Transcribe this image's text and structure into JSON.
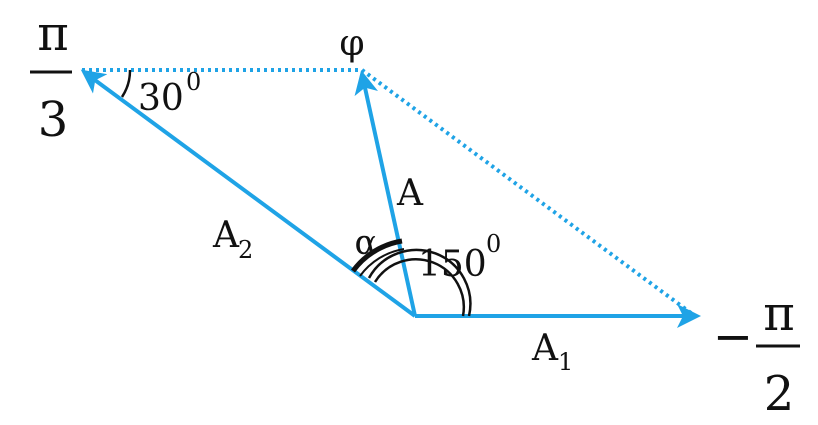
{
  "colors": {
    "vector": "#1fa3e6",
    "text": "#111111",
    "arc": "#111111"
  },
  "labels": {
    "pi_over_3": {
      "numerator": "π",
      "denominator": "3"
    },
    "minus_pi_over_2": {
      "sign": "−",
      "numerator": "π",
      "denominator": "2"
    },
    "phi": "φ",
    "angle_30": {
      "value": "30",
      "degree": "0"
    },
    "angle_150": {
      "value": "150",
      "degree": "0"
    },
    "alpha": "α",
    "vector_A": "A",
    "vector_A1": {
      "main": "A",
      "sub": "1"
    },
    "vector_A2": {
      "main": "A",
      "sub": "2"
    }
  }
}
